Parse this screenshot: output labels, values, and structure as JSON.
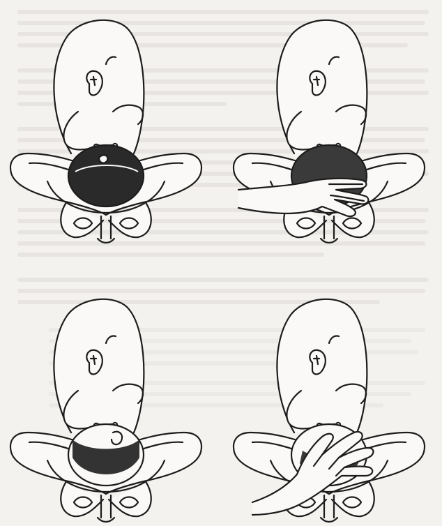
{
  "page": {
    "background": "#f4f2ef",
    "ink": "#1c1c1c"
  },
  "illustrations": [
    {
      "id": "a",
      "icon": "fetus-vertex-pelvis-illustration",
      "hand_present": false,
      "hair": "full"
    },
    {
      "id": "b",
      "icon": "fetus-vertex-pelvis-hand-illustration",
      "hand_present": true,
      "hair": "full"
    },
    {
      "id": "c",
      "icon": "fetus-vertex-pelvis-illustration",
      "hand_present": false,
      "hair": "partial"
    },
    {
      "id": "d",
      "icon": "fetus-vertex-pelvis-hand-illustration",
      "hand_present": true,
      "hair": "partial"
    }
  ]
}
